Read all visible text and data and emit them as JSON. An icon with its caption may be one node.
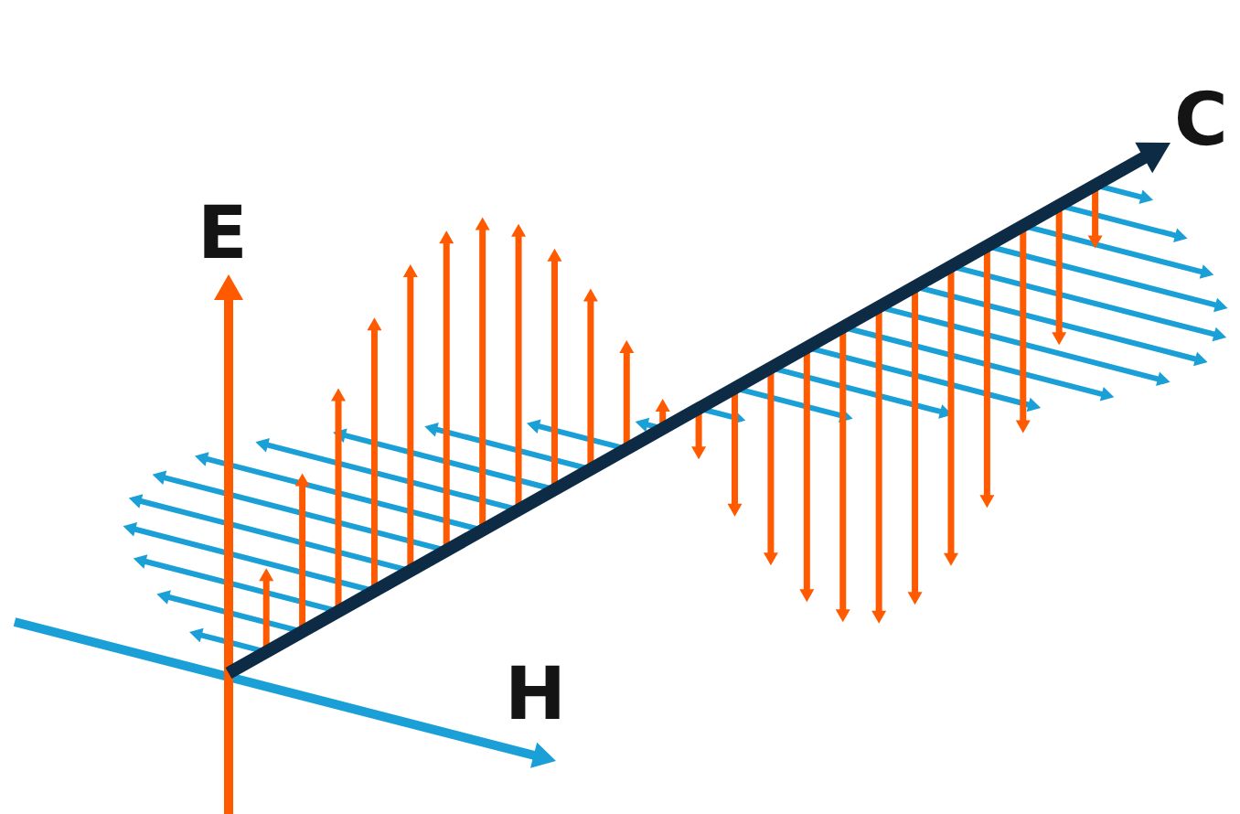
{
  "diagram": {
    "labels": [
      "C",
      "E",
      "H"
    ]
  }
}
